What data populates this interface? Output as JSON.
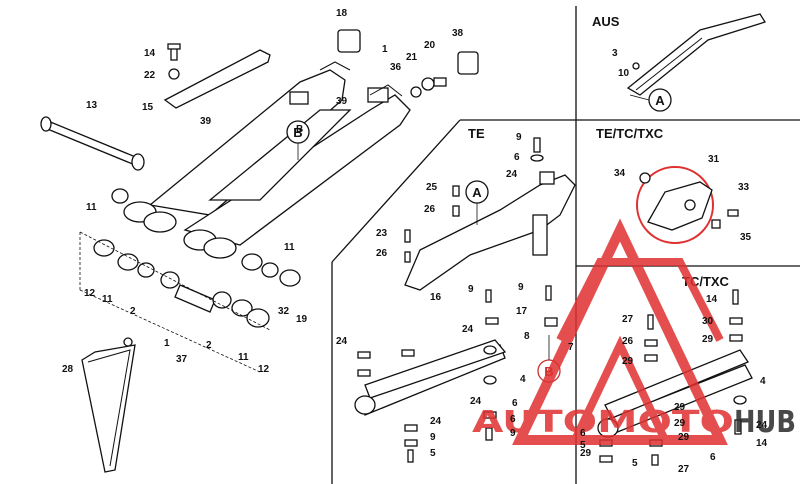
{
  "sections": {
    "aus": "AUS",
    "te": "TE",
    "te_tc_txc": "TE/TC/TXC",
    "tc_txc": "TC/TXC"
  },
  "callouts": {
    "a": "A",
    "b": "B"
  },
  "watermark": {
    "left": "AUTOMOTO",
    "right": "HUB",
    "accent": "#e03030",
    "dark": "#2a2a2a"
  },
  "labels": {
    "main": [
      "18",
      "1",
      "38",
      "14",
      "22",
      "15",
      "21",
      "20",
      "36",
      "39",
      "39",
      "13",
      "B",
      "11",
      "11",
      "11",
      "12",
      "2",
      "2",
      "32",
      "19",
      "1",
      "37",
      "11",
      "12",
      "28"
    ],
    "aus": [
      "3",
      "10"
    ],
    "te": [
      "9",
      "6",
      "24",
      "25",
      "26",
      "23",
      "26",
      "16",
      "9",
      "9",
      "17",
      "24",
      "8",
      "7",
      "4",
      "24",
      "24",
      "24",
      "6",
      "6",
      "9",
      "9",
      "5"
    ],
    "te_tc_txc": [
      "34",
      "31",
      "33",
      "35"
    ],
    "tc_txc": [
      "14",
      "27",
      "30",
      "26",
      "29",
      "29",
      "6",
      "5",
      "4",
      "14",
      "24",
      "29",
      "29",
      "29",
      "29",
      "6",
      "5",
      "27"
    ]
  }
}
